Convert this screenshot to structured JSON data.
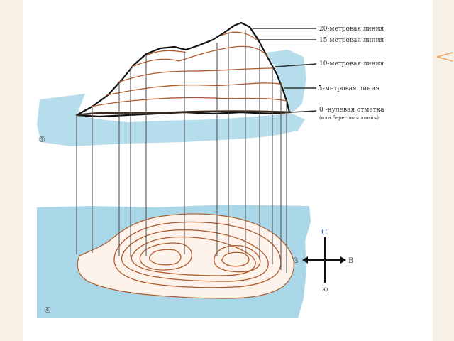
{
  "labels": {
    "line20": "20-метровая линия",
    "line15": "15-метровая линия",
    "line10": "10-метровая линия",
    "line5_num": "5",
    "line5": " -метровая линия",
    "line0": "0  -нулевая отметка",
    "line0_note": "(или береговая линия)"
  },
  "figure_numbers": {
    "top": "③",
    "bottom": "④"
  },
  "compass": {
    "north": "С",
    "south": "Ю",
    "west": "З",
    "east": "В"
  },
  "colors": {
    "water": "#a9d7e8",
    "contour": "#b05a2c",
    "island_fill": "#fdf3ea",
    "outline": "#111111",
    "leader": "#555555",
    "north_accent": "#3b5fc4",
    "page_bg": "#f6f1e4",
    "deco_accent": "#f0a868"
  }
}
